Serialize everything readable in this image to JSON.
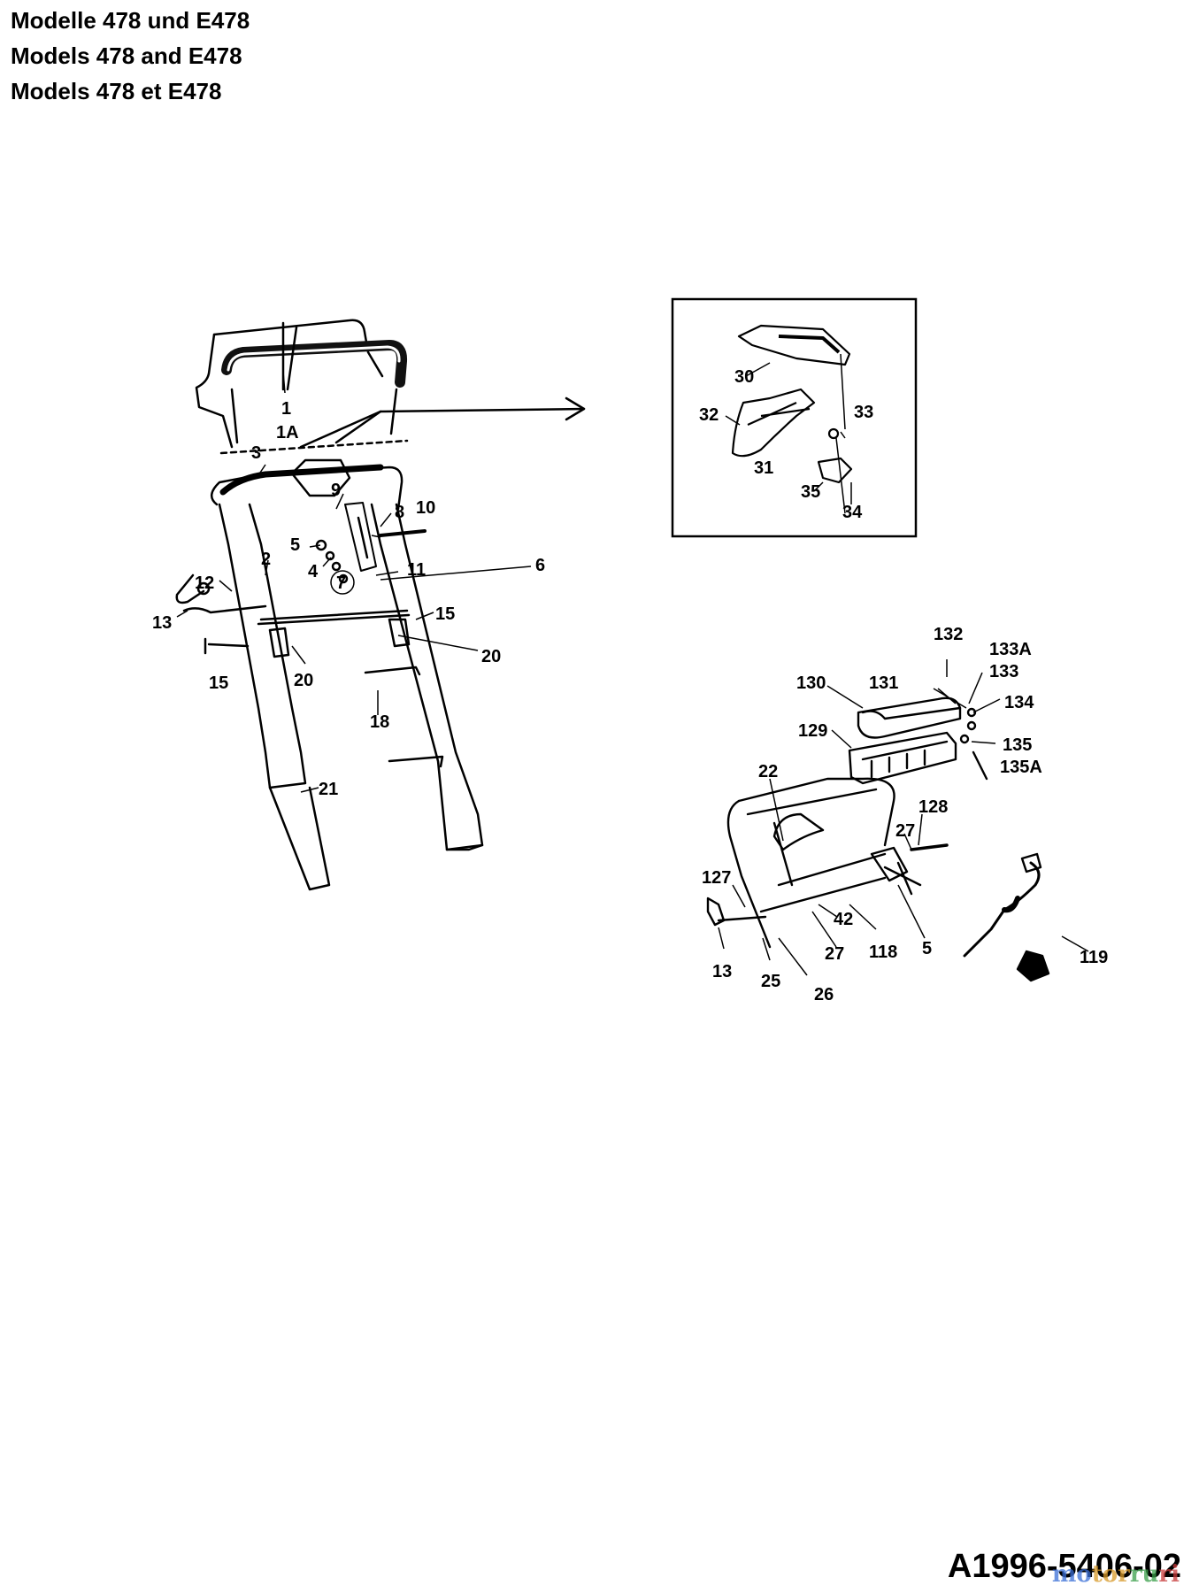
{
  "header": {
    "title_de": "Modelle 478 und E478",
    "title_en": "Models 478 and E478",
    "title_fr": "Models 478 et E478"
  },
  "handle_assembly": {
    "labels": [
      "1",
      "1A",
      "3",
      "9",
      "8",
      "10",
      "5",
      "2",
      "4",
      "7",
      "11",
      "6",
      "12",
      "13",
      "15",
      "15",
      "20",
      "20",
      "18",
      "21"
    ]
  },
  "detail_inset": {
    "labels": [
      "30",
      "33",
      "32",
      "31",
      "35",
      "34"
    ]
  },
  "battery_assembly": {
    "labels": [
      "132",
      "133A",
      "133",
      "131",
      "130",
      "134",
      "129",
      "135",
      "135A",
      "22",
      "128",
      "27",
      "127",
      "42",
      "118",
      "5",
      "27",
      "13",
      "25",
      "26",
      "119"
    ]
  },
  "footer": {
    "document_id": "A1996-5406-02",
    "watermark": [
      "mo",
      "tor",
      "ru",
      "ri"
    ]
  }
}
